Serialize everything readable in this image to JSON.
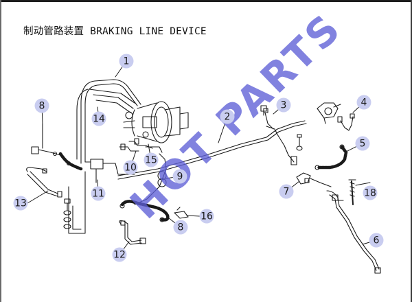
{
  "title_cn": "制动管路装置",
  "title_en": "BRAKING LINE DEVICE",
  "watermark": "HOT PARTS",
  "colors": {
    "watermark": "#5d5fd6",
    "callout_fill": "#c9cdf0",
    "line": "#1a1a1a"
  },
  "callouts": [
    {
      "key": "c1",
      "label": "1"
    },
    {
      "key": "c2",
      "label": "2"
    },
    {
      "key": "c3",
      "label": "3"
    },
    {
      "key": "c4",
      "label": "4"
    },
    {
      "key": "c5",
      "label": "5"
    },
    {
      "key": "c6",
      "label": "6"
    },
    {
      "key": "c7",
      "label": "7"
    },
    {
      "key": "c8a",
      "label": "8"
    },
    {
      "key": "c8b",
      "label": "8"
    },
    {
      "key": "c9",
      "label": "9"
    },
    {
      "key": "c10",
      "label": "10"
    },
    {
      "key": "c11",
      "label": "11"
    },
    {
      "key": "c12",
      "label": "12"
    },
    {
      "key": "c13",
      "label": "13"
    },
    {
      "key": "c14",
      "label": "14"
    },
    {
      "key": "c15",
      "label": "15"
    },
    {
      "key": "c16",
      "label": "16"
    },
    {
      "key": "c18",
      "label": "18"
    }
  ]
}
